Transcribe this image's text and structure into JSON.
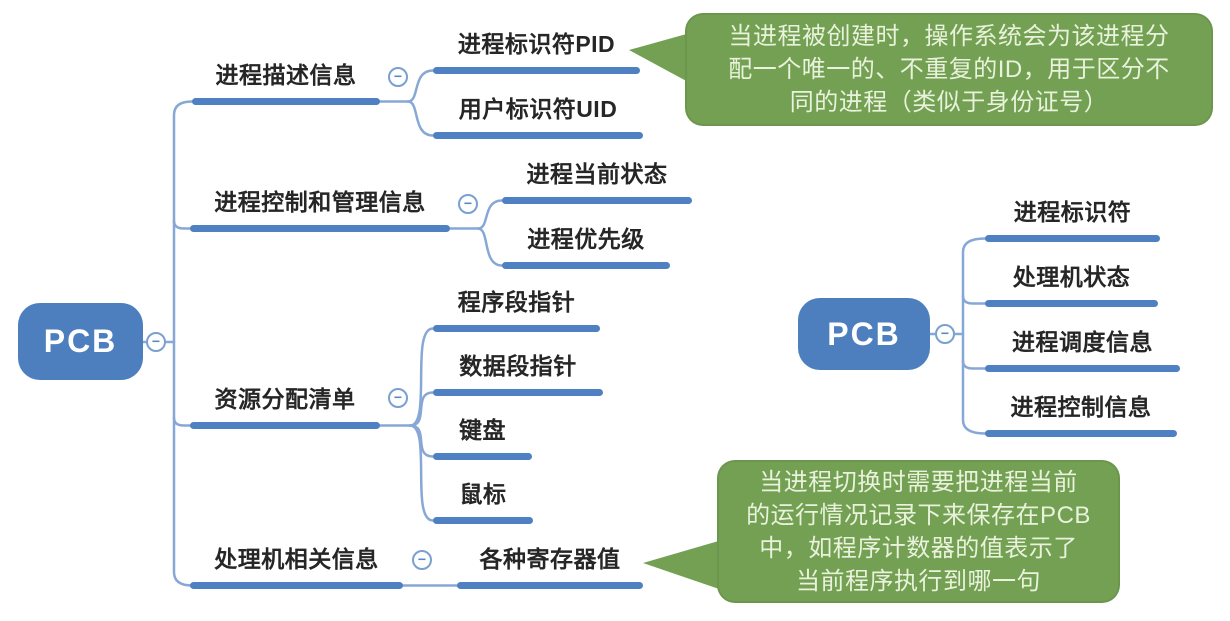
{
  "left_map": {
    "root_label": "PCB",
    "branches": [
      {
        "label": "进程描述信息",
        "children": [
          "进程标识符PID",
          "用户标识符UID"
        ]
      },
      {
        "label": "进程控制和管理信息",
        "children": [
          "进程当前状态",
          "进程优先级"
        ]
      },
      {
        "label": "资源分配清单",
        "children": [
          "程序段指针",
          "数据段指针",
          "键盘",
          "鼠标"
        ]
      },
      {
        "label": "处理机相关信息",
        "children": [
          "各种寄存器值"
        ]
      }
    ]
  },
  "right_map": {
    "root_label": "PCB",
    "branches": [
      {
        "label": "进程标识符"
      },
      {
        "label": "处理机状态"
      },
      {
        "label": "进程调度信息"
      },
      {
        "label": "进程控制信息"
      }
    ]
  },
  "callouts": {
    "pid_note": "当进程被创建时，操作系统会为该进程分\n配一个唯一的、不重复的ID，用于区分不\n同的进程（类似于身份证号）",
    "register_note": "当进程切换时需要把进程当前\n的运行情况记录下来保存在PCB\n中，如程序计数器的值表示了\n当前程序执行到哪一句"
  },
  "icons": {
    "collapse_glyph": "−"
  },
  "colors": {
    "node_blue": "#4d7fbe",
    "bar_blue": "#4e80c2",
    "line_blue": "#87a8d6",
    "callout_green": "#73a052",
    "callout_text": "#e9f2dc",
    "topic_text": "#262626"
  }
}
